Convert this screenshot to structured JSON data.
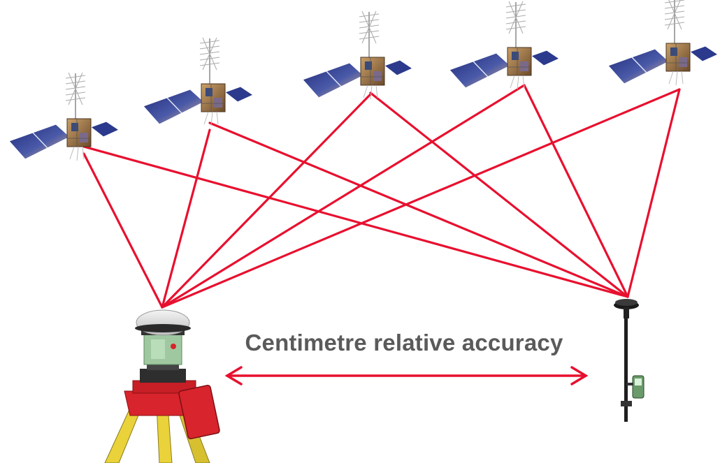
{
  "caption": "Centimetre relative accuracy",
  "colors": {
    "signal_line": "#e8102f",
    "caption_text": "#5a5a5a",
    "tripod_head": "#d8242c",
    "tripod_legs": "#e9d23a",
    "receiver_body": "#9fc8a0",
    "solar_panel": "#2b3a8c"
  },
  "icons": [
    "satellite-icon",
    "gnss-base-station-icon",
    "gnss-rover-pole-icon",
    "double-headed-arrow"
  ],
  "satellites": [
    {
      "name": "satellite-1"
    },
    {
      "name": "satellite-2"
    },
    {
      "name": "satellite-3"
    },
    {
      "name": "satellite-4"
    },
    {
      "name": "satellite-5"
    }
  ],
  "receivers": [
    {
      "name": "base-station"
    },
    {
      "name": "rover"
    }
  ]
}
